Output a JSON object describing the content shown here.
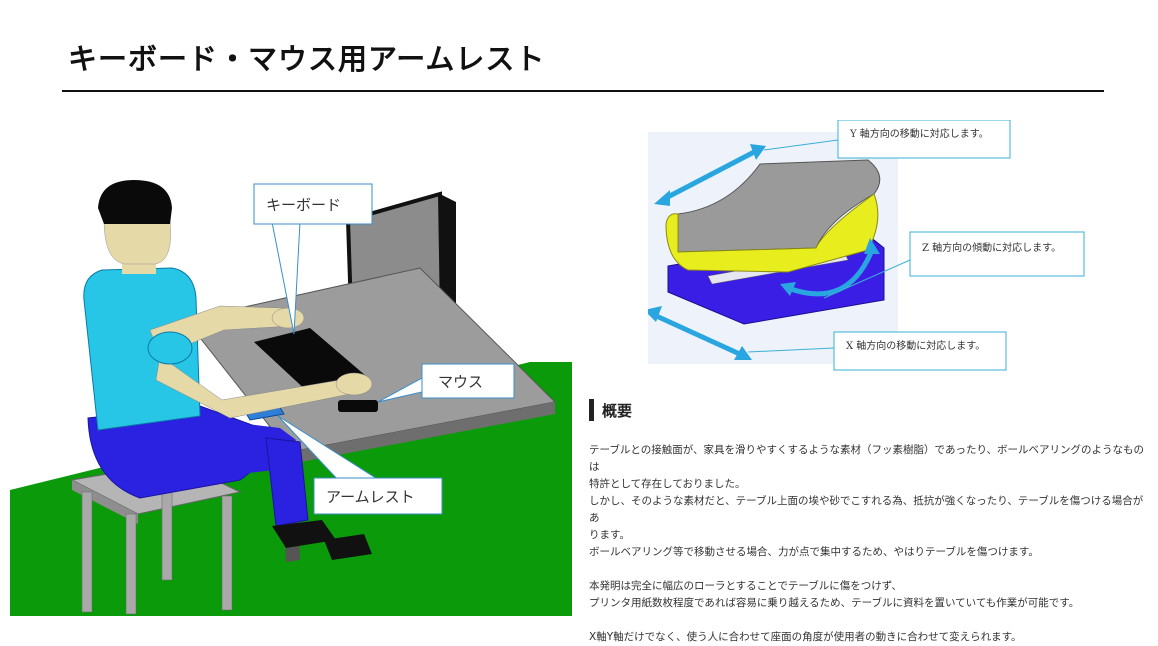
{
  "title": "キーボード・マウス用アームレスト",
  "figure_left": {
    "labels": {
      "keyboard": "キーボード",
      "mouse": "マウス",
      "armrest": "アームレスト"
    }
  },
  "figure_right": {
    "labels": {
      "y_axis": "Y 軸方向の移動に対応します。",
      "z_axis": "Z 軸方向の傾動に対応します。",
      "x_axis": "X 軸方向の移動に対応します。"
    }
  },
  "overview": {
    "heading": "概要",
    "lines": [
      "テーブルとの接触面が、家具を滑りやすくするような素材（フッ素樹脂）であったり、ボールベアリングのようなものは",
      "特許として存在しておりました。",
      "しかし、そのような素材だと、テーブル上面の埃や砂でこすれる為、抵抗が強くなったり、テーブルを傷つける場合があ",
      "ります。",
      "ボールベアリング等で移動させる場合、力が点で集中するため、やはりテーブルを傷つけます。",
      "",
      "本発明は完全に幅広のローラとすることでテーブルに傷をつけず、",
      "プリンタ用紙数枚程度であれば容易に乗り越えるため、テーブルに資料を置いていても作業が可能です。",
      "",
      "X軸Y軸だけでなく、使う人に合わせて座面の角度が使用者の動きに合わせて変えられます。"
    ]
  }
}
